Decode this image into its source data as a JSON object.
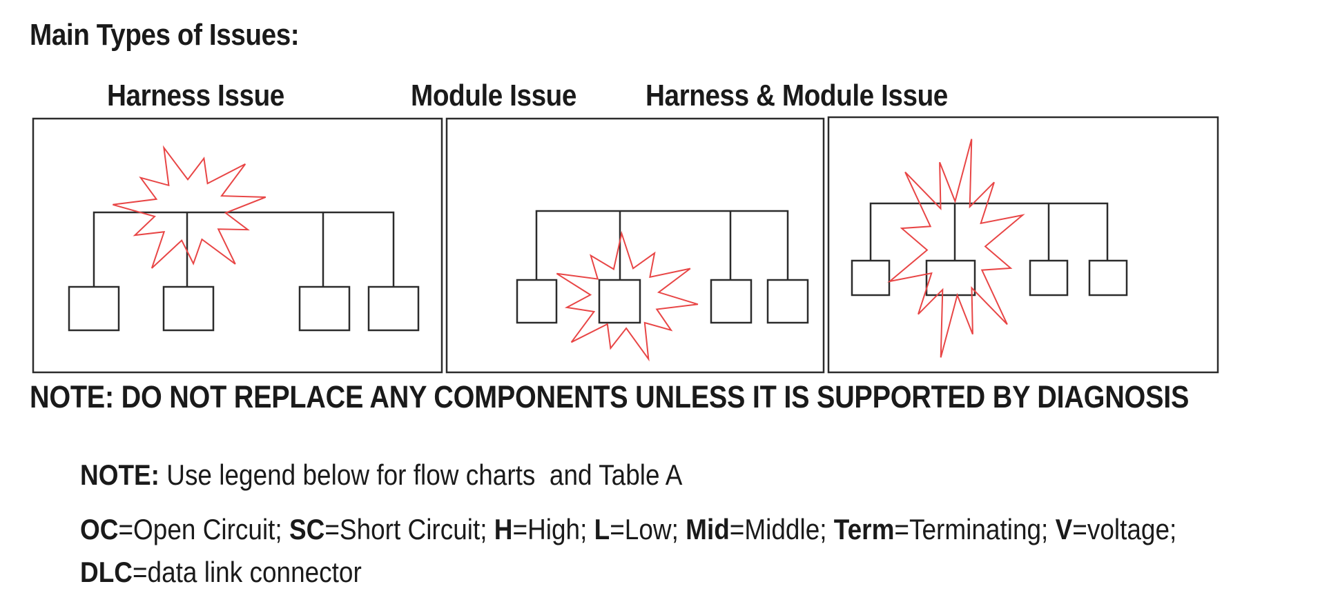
{
  "heading": "Main Types of Issues:",
  "panels": [
    {
      "title": "Harness Issue"
    },
    {
      "title": "Module Issue"
    },
    {
      "title": "Harness & Module Issue"
    }
  ],
  "main_note": "NOTE: DO NOT REPLACE ANY COMPONENTS UNLESS IT IS SUPPORTED BY DIAGNOSIS",
  "legend_note": {
    "label": "NOTE:",
    "text": " Use legend below for flow charts",
    "text2": "and Table A"
  },
  "legend": [
    {
      "abbr": "OC",
      "meaning": "=Open Circuit; "
    },
    {
      "abbr": "SC",
      "meaning": "=Short Circuit; "
    },
    {
      "abbr": "H",
      "meaning": "=High; "
    },
    {
      "abbr": "L",
      "meaning": "=Low; "
    },
    {
      "abbr": "Mid",
      "meaning": "=Middle; "
    },
    {
      "abbr": "Term",
      "meaning": "=Terminating; "
    },
    {
      "abbr": "V",
      "meaning": "=voltage;"
    },
    {
      "abbr": "DLC",
      "meaning": "=data link connector"
    }
  ],
  "colors": {
    "line": "#2b2b2b",
    "burst": "#e84545",
    "text": "#1a1a1a"
  }
}
